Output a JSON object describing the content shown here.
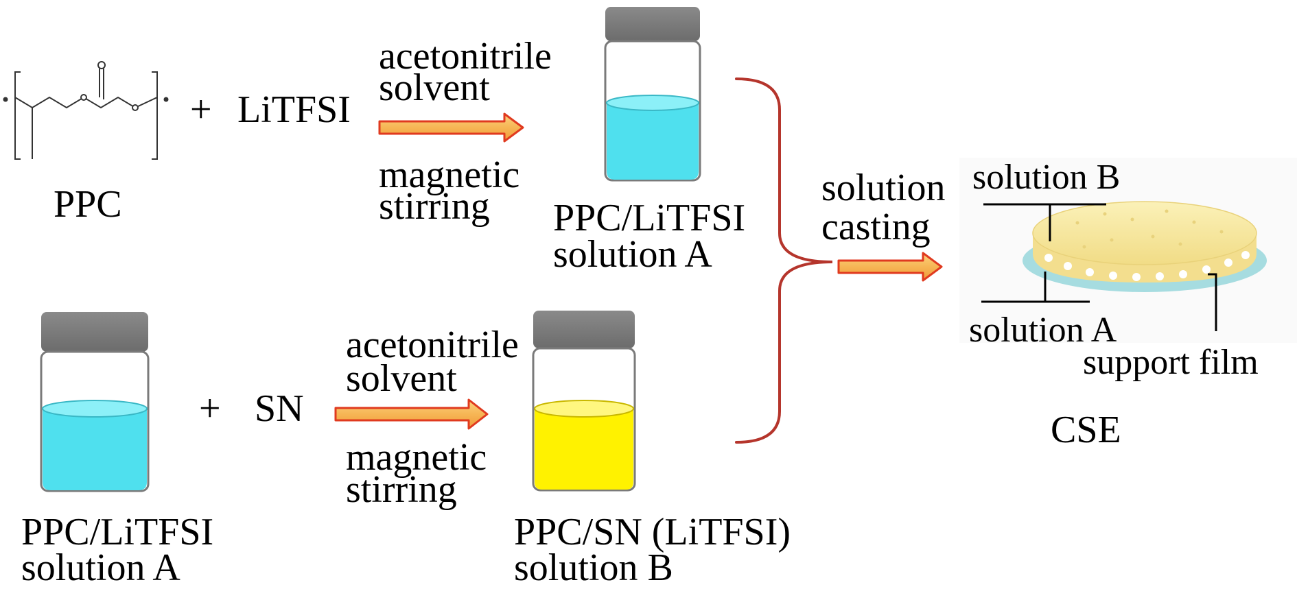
{
  "top_row": {
    "monomer_label": "PPC",
    "plus": "+",
    "salt": "LiTFSI",
    "process_above": [
      "acetonitrile",
      "solvent"
    ],
    "process_below": [
      "magnetic",
      "stirring"
    ],
    "product_label": [
      "PPC/LiTFSI",
      "solution A"
    ]
  },
  "bottom_row": {
    "reactant_label": [
      "PPC/LiTFSI",
      "solution A"
    ],
    "plus": "+",
    "additive": "SN",
    "process_above": [
      "acetonitrile",
      "solvent"
    ],
    "process_below": [
      "magnetic",
      "stirring"
    ],
    "product_label": [
      "PPC/SN (LiTFSI)",
      "solution B"
    ]
  },
  "merge": {
    "process": [
      "solution",
      "casting"
    ]
  },
  "cse": {
    "layer_top": "solution B",
    "layer_bottom": "solution A",
    "support": "support film",
    "name": "CSE"
  },
  "colors": {
    "arrow_fill": "#F6B655",
    "arrow_edge": "#E03A1F",
    "vial_cap": "#7B7B7B",
    "solution_a": "#4FE0EE",
    "solution_b": "#FFF200",
    "brace": "#B5352C",
    "film": "#F7E79A"
  }
}
